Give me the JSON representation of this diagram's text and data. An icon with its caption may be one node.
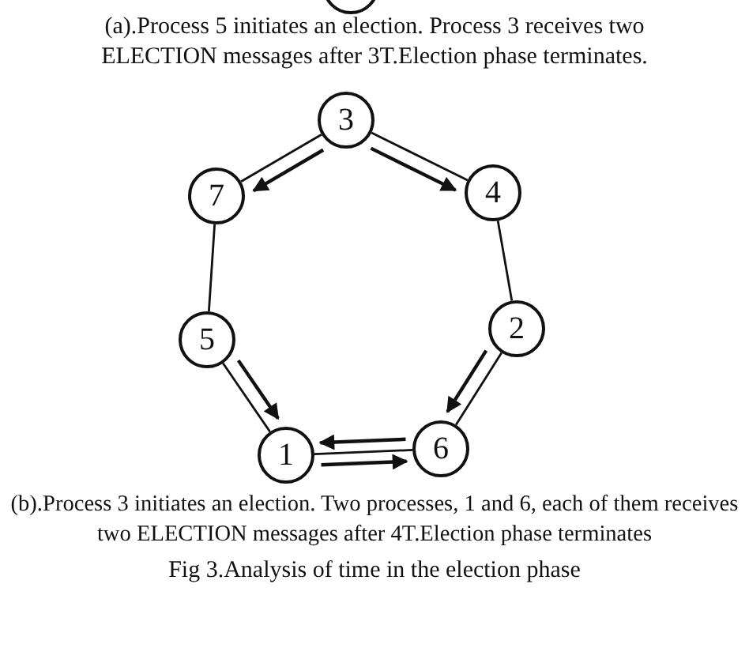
{
  "diagram": {
    "caption": "Fig 3.Analysis of time in the election phase",
    "nodes": [
      {
        "text": [],
        "shape": "circle"
      },
      {
        "text": [
          "3"
        ]
      },
      {
        "text": [
          "7"
        ]
      },
      {
        "text": [
          "4"
        ]
      },
      {
        "text": [
          "5"
        ]
      },
      {
        "text": [
          "2"
        ]
      },
      {
        "text": [
          "1"
        ]
      },
      {
        "text": [
          "6"
        ]
      }
    ],
    "edges": [
      {
        "from": 1,
        "to": 2,
        "arrow": "none"
      },
      {
        "from": 1,
        "to": 3,
        "arrow": "none"
      },
      {
        "from": 3,
        "to": 5,
        "arrow": "none"
      },
      {
        "from": 5,
        "to": 7,
        "arrow": "none"
      },
      {
        "from": 7,
        "to": 6,
        "arrow": "none"
      },
      {
        "from": 6,
        "to": 4,
        "arrow": "none"
      },
      {
        "from": 4,
        "to": 2,
        "arrow": "none"
      },
      {
        "from": 1,
        "to": 2,
        "arrow": "to"
      },
      {
        "from": 1,
        "to": 3,
        "arrow": "to"
      },
      {
        "from": 5,
        "to": 7,
        "arrow": "to"
      },
      {
        "from": 4,
        "to": 6,
        "arrow": "to"
      },
      {
        "from": 7,
        "to": 6,
        "arrow": "to"
      },
      {
        "from": 6,
        "to": 7,
        "arrow": "to"
      }
    ],
    "labels": [
      "(a).Process 5 initiates an election. Process 3 receives two ELECTION messages after 3T.Election phase terminates.",
      "(b).Process 3 initiates an election. Two processes, 1 and 6, each of them receives two ELECTION messages after 4T.Election phase terminates"
    ]
  }
}
